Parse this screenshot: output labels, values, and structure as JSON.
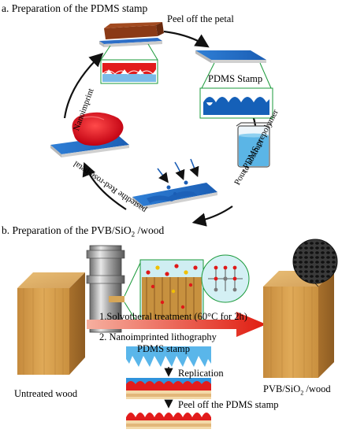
{
  "section_a": {
    "title": "a. Preparation of the PDMS stamp",
    "peel_petal": "Peel off the petal",
    "pdms_stamp": "PDMS Stamp",
    "pour_line1": "Pour  PDMS prepolymer",
    "pour_line2": "to abstract",
    "paste_petal": "pastedthe Red-rose-petal",
    "nanoimprint": "Nanoimprint"
  },
  "section_b": {
    "title": "b. Preparation of the PVB/SiO",
    "title_sub": "2",
    "title_end": " /wood",
    "step1": "1.Solvotheral treatment (60°C for 2h)",
    "step2": "2. Nanoimprinted lithography",
    "pdms_stamp": "PDMS stamp",
    "replication": "Replication",
    "peel_stamp": "Peel off the PDMS stamp",
    "untreated": "Untreated wood",
    "product": "PVB/SiO",
    "product_sub": "2",
    "product_end": " /wood"
  },
  "colors": {
    "blue": "#1a5db5",
    "red": "#e01818",
    "wood": "#d09a45",
    "pdms": "#4aa6e0",
    "arrow_red": "#e83020"
  }
}
